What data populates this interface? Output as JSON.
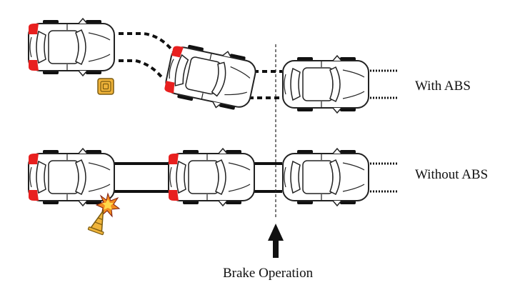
{
  "labels": {
    "with_abs": "With ABS",
    "without_abs": "Without ABS",
    "brake_operation": "Brake Operation"
  },
  "colors": {
    "brake_red": "#e8201f",
    "tire_black": "#111111",
    "body_outline": "#222222",
    "cone_yellow": "#f0b43a",
    "cone_outline": "#7a5a10",
    "spark_orange": "#f28a1e",
    "spark_red": "#e0301e"
  },
  "icons": {
    "warning_marker": "target-square-icon",
    "cone": "traffic-cone-icon",
    "impact": "collision-star-icon",
    "arrow": "up-arrow-icon"
  }
}
